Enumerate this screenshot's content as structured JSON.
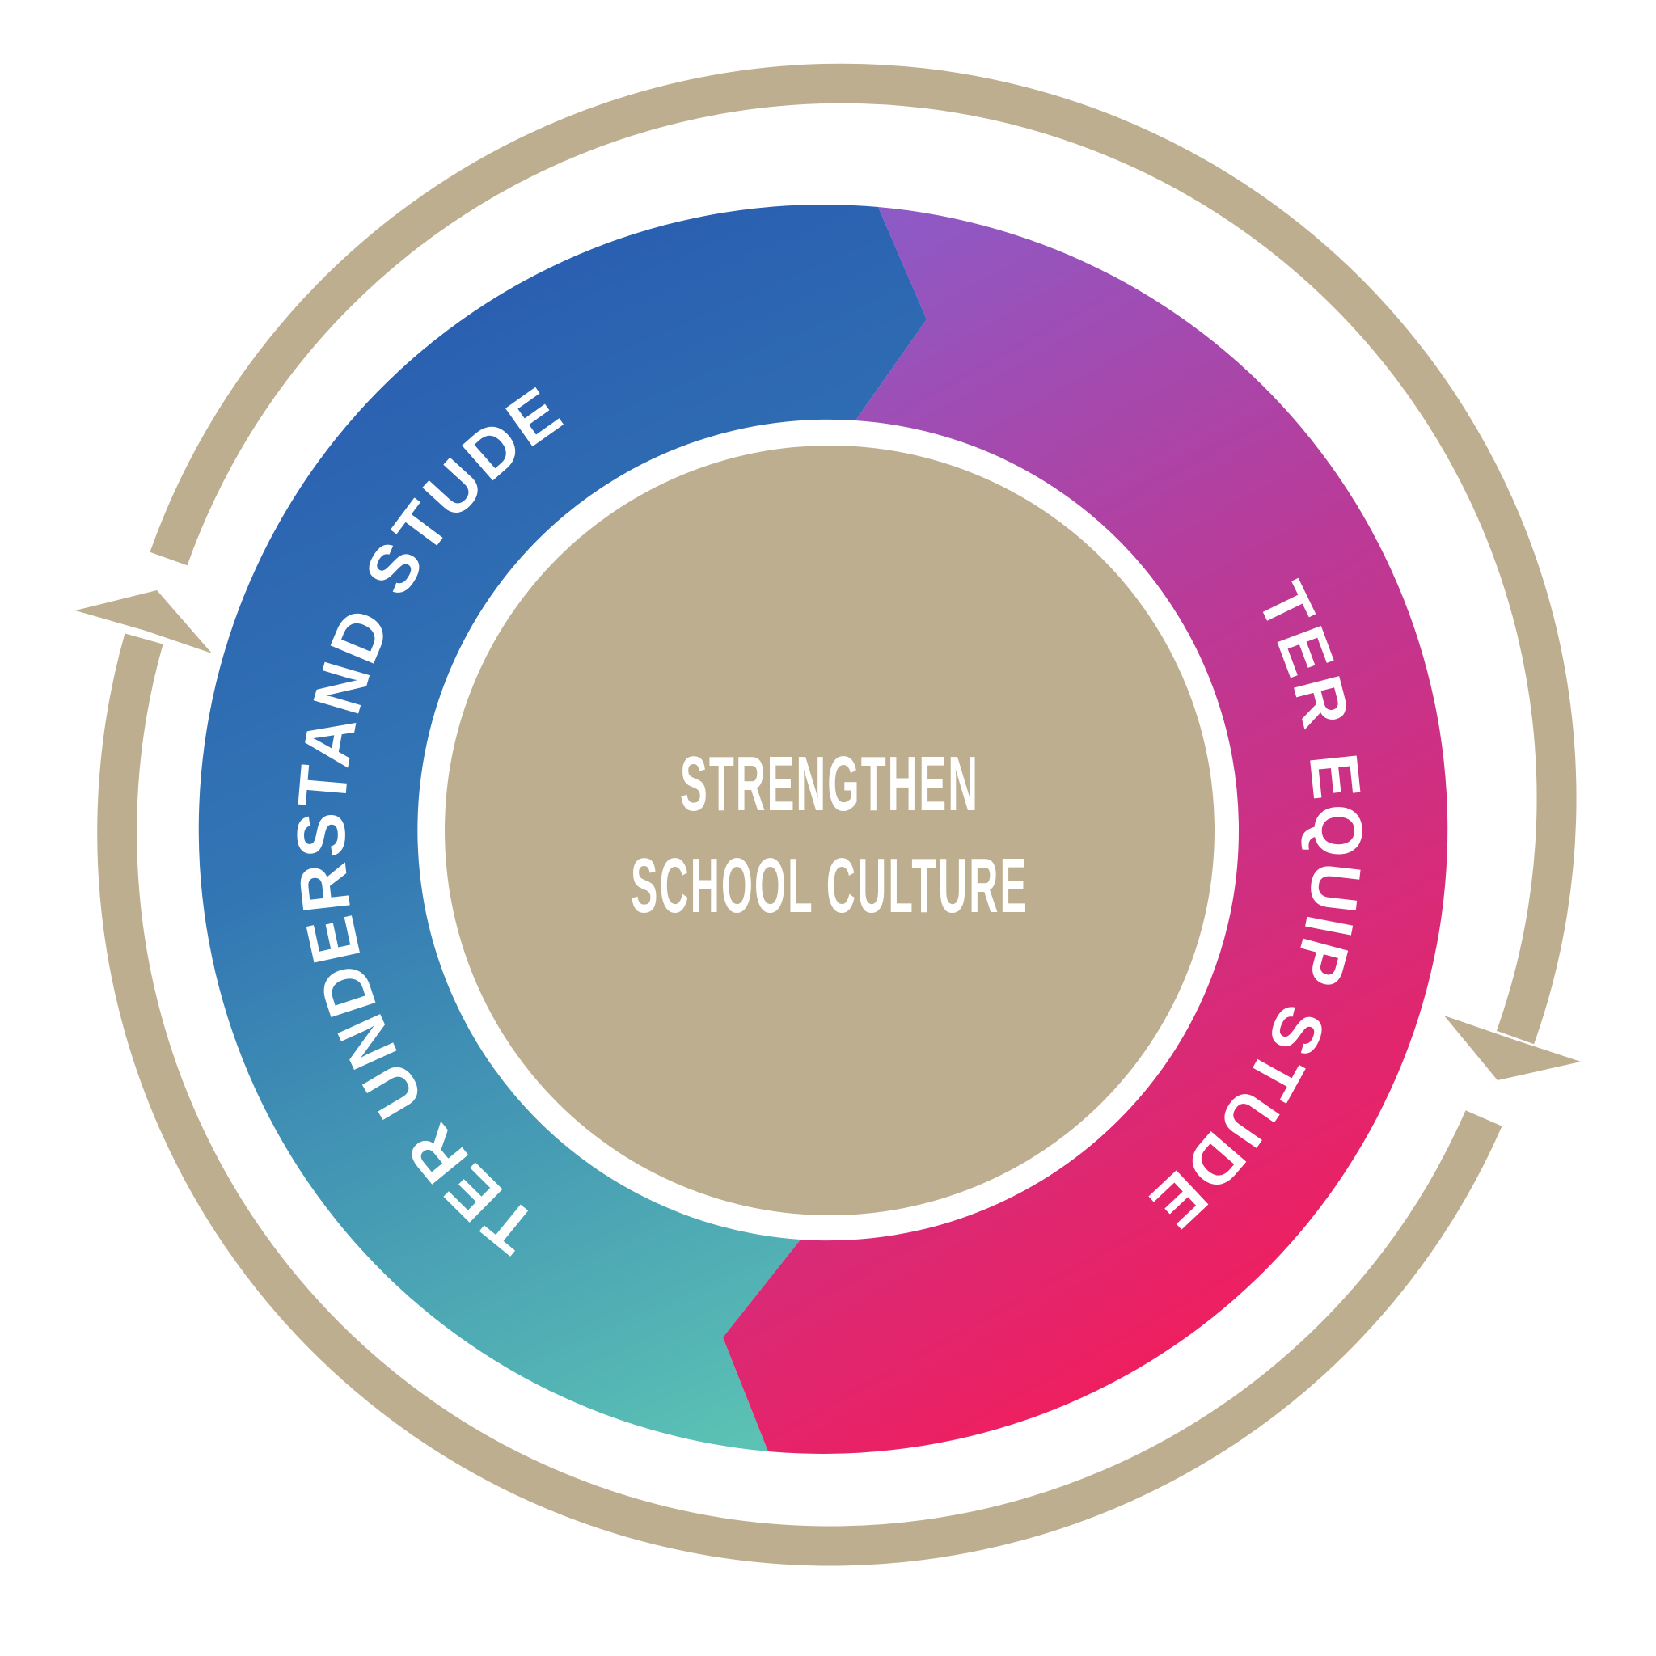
{
  "diagram": {
    "center": {
      "line1": "STRENGTHEN",
      "line2": "SCHOOL CULTURE"
    },
    "segments": [
      {
        "id": "left",
        "label": "BETTER UNDERSTAND STUDENTS",
        "gradient": [
          "#2A5DB0",
          "#5CC2B4"
        ]
      },
      {
        "id": "right",
        "label": "BETTER EQUIP STUDENTS",
        "gradient": [
          "#8B5CC8",
          "#EE1F60"
        ]
      }
    ],
    "cycle_arrows": {
      "count": 2,
      "direction": "clockwise",
      "color": "#BDAE8F"
    },
    "colors": {
      "center_fill": "#BDAE8F",
      "background": "#FFFFFF",
      "text": "#FFFFFF"
    }
  }
}
